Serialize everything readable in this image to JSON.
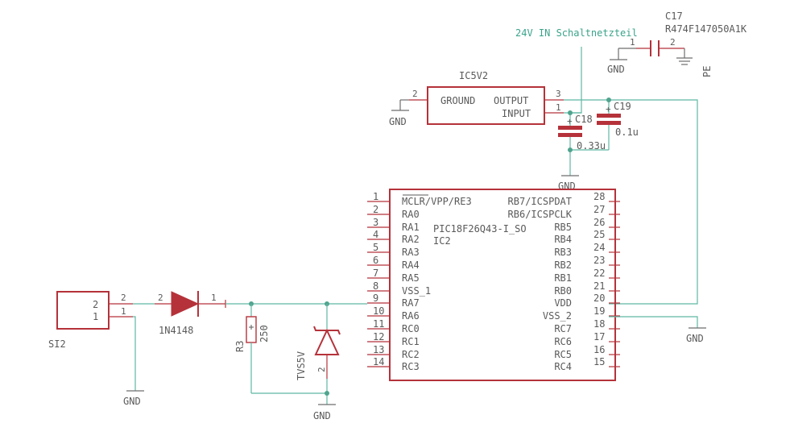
{
  "net_label": "24V IN Schaltnetzteil",
  "c17": {
    "name": "C17",
    "value": "R474F147050A1K",
    "pin1": "1",
    "pin2": "2",
    "left_net": "GND",
    "right_net": "PE"
  },
  "regulator": {
    "name": "IC5V2",
    "pins": {
      "ground": "GROUND",
      "output": "OUTPUT",
      "input": "INPUT"
    },
    "pin_ground": "2",
    "pin_output": "3",
    "pin_input": "1",
    "gnd_label": "GND"
  },
  "c18": {
    "name": "C18",
    "value": "0.33u"
  },
  "c19": {
    "name": "C19",
    "value": "0.1u"
  },
  "caps_gnd": "GND",
  "mcu": {
    "part": "PIC18F26Q43-I_SO",
    "ref": "IC2",
    "left_pins": [
      {
        "num": "1",
        "name": "MCLR/VPP/RE3"
      },
      {
        "num": "2",
        "name": "RA0"
      },
      {
        "num": "3",
        "name": "RA1"
      },
      {
        "num": "4",
        "name": "RA2"
      },
      {
        "num": "5",
        "name": "RA3"
      },
      {
        "num": "6",
        "name": "RA4"
      },
      {
        "num": "7",
        "name": "RA5"
      },
      {
        "num": "8",
        "name": "VSS_1"
      },
      {
        "num": "9",
        "name": "RA7"
      },
      {
        "num": "10",
        "name": "RA6"
      },
      {
        "num": "11",
        "name": "RC0"
      },
      {
        "num": "12",
        "name": "RC1"
      },
      {
        "num": "13",
        "name": "RC2"
      },
      {
        "num": "14",
        "name": "RC3"
      }
    ],
    "right_pins": [
      {
        "num": "28",
        "name": "RB7/ICSPDAT"
      },
      {
        "num": "27",
        "name": "RB6/ICSPCLK"
      },
      {
        "num": "26",
        "name": "RB5"
      },
      {
        "num": "25",
        "name": "RB4"
      },
      {
        "num": "24",
        "name": "RB3"
      },
      {
        "num": "23",
        "name": "RB2"
      },
      {
        "num": "22",
        "name": "RB1"
      },
      {
        "num": "21",
        "name": "RB0"
      },
      {
        "num": "20",
        "name": "VDD"
      },
      {
        "num": "19",
        "name": "VSS_2"
      },
      {
        "num": "18",
        "name": "RC7"
      },
      {
        "num": "17",
        "name": "RC6"
      },
      {
        "num": "16",
        "name": "RC5"
      },
      {
        "num": "15",
        "name": "RC4"
      }
    ],
    "vss2_gnd": "GND"
  },
  "si2": {
    "name": "SI2",
    "pin2": "2",
    "pin1": "1",
    "gnd_label": "GND"
  },
  "diode": {
    "name": "1N4148",
    "pin_anode": "2",
    "pin_cathode": "1"
  },
  "r3": {
    "name": "R3",
    "value": "250"
  },
  "tvs": {
    "name": "TVS5V",
    "pin": "2"
  },
  "bottom_gnd": "GND"
}
